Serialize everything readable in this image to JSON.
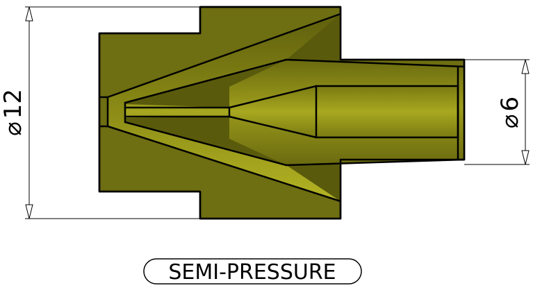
{
  "dimensions": {
    "outer_diameter": {
      "symbol": "⌀",
      "value": "12"
    },
    "inner_diameter": {
      "symbol": "⌀",
      "value": "6"
    }
  },
  "caption": {
    "text": "SEMI-PRESSURE"
  },
  "colors": {
    "body": "#6e6e12",
    "body_light": "#9a9a1a",
    "body_highlight": "#c8c82a",
    "body_dark": "#4a4a08",
    "outline": "#000000",
    "dimension_line": "#000000"
  }
}
